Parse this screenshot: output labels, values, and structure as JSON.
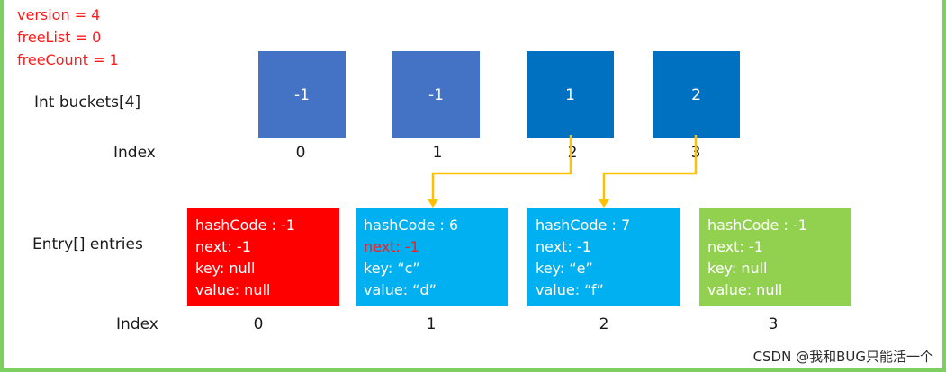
{
  "state": {
    "version": "version = 4",
    "free_list": "freeList = 0",
    "free_count": "freeCount = 1"
  },
  "buckets": {
    "label": "Int buckets[4]",
    "index_label": "Index",
    "cells": [
      {
        "value": "-1",
        "index": "0",
        "color": "#4472c4"
      },
      {
        "value": "-1",
        "index": "1",
        "color": "#4472c4"
      },
      {
        "value": "1",
        "index": "2",
        "color": "#0070c0"
      },
      {
        "value": "2",
        "index": "3",
        "color": "#0070c0"
      }
    ]
  },
  "entries": {
    "label": "Entry[] entries",
    "index_label": "Index",
    "cells": [
      {
        "hash": "hashCode : -1",
        "next": "next: -1",
        "key": "key: null",
        "value": "value: null",
        "index": "0",
        "color": "#ff0000",
        "next_color": "#ffffff"
      },
      {
        "hash": "hashCode : 6",
        "next": "next: -1",
        "key": "key: “c”",
        "value": "value: “d”",
        "index": "1",
        "color": "#00b0f0",
        "next_color": "#ff1a1a"
      },
      {
        "hash": "hashCode : 7",
        "next": "next: -1",
        "key": "key: “e”",
        "value": "value: “f”",
        "index": "2",
        "color": "#00b0f0",
        "next_color": "#ffffff"
      },
      {
        "hash": "hashCode : -1",
        "next": "next: -1",
        "key": "key: null",
        "value": "value: null",
        "index": "3",
        "color": "#92d050",
        "next_color": "#ffffff"
      }
    ]
  },
  "arrow_color": "#ffc000",
  "watermark": "CSDN @我和BUG只能活一个"
}
